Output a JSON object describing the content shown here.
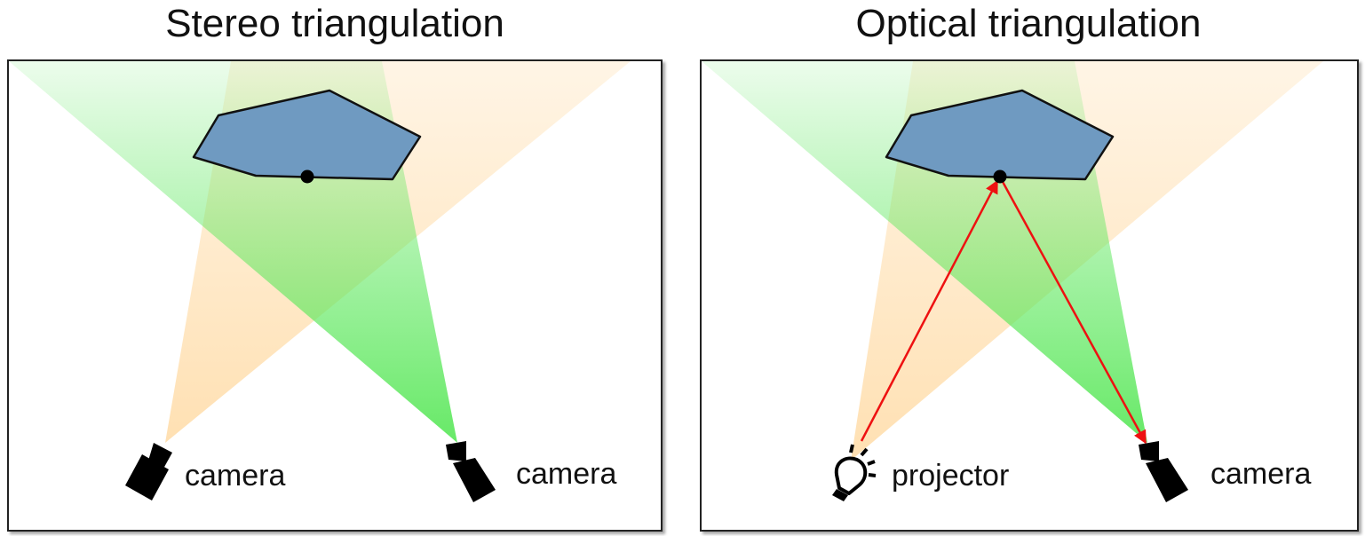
{
  "stereo": {
    "title": "Stereo triangulation",
    "left_device_label": "camera",
    "right_device_label": "camera"
  },
  "optical": {
    "title": "Optical triangulation",
    "left_device_label": "projector",
    "right_device_label": "camera"
  },
  "colors": {
    "object_fill": "#6f9ac1",
    "orange_cone": "#ffd699",
    "green_cone": "#5fe85f",
    "ray": "#ee1111",
    "outline": "#111111"
  }
}
